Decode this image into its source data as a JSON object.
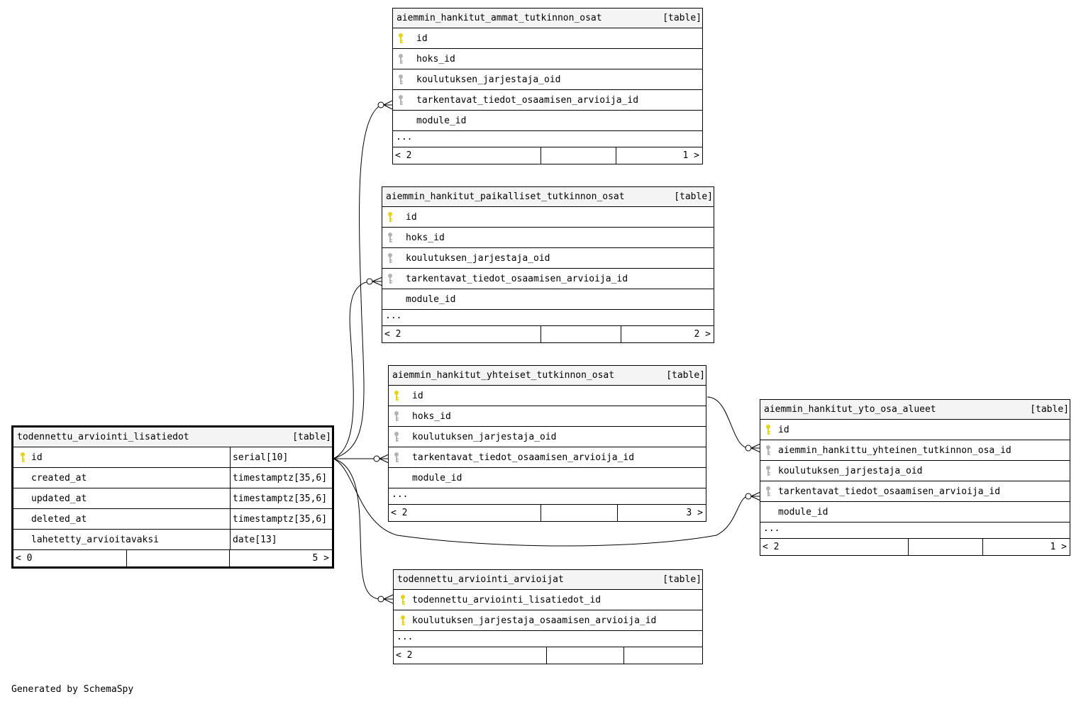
{
  "tables": [
    {
      "name": "aiemmin_hankitut_ammat_tutkinnon_osat",
      "tag": "[table]",
      "columns": [
        {
          "name": "id",
          "key": "pk"
        },
        {
          "name": "hoks_id",
          "key": "fk"
        },
        {
          "name": "koulutuksen_jarjestaja_oid",
          "key": "fk"
        },
        {
          "name": "tarkentavat_tiedot_osaamisen_arvioija_id",
          "key": "fk"
        },
        {
          "name": "module_id",
          "key": ""
        }
      ],
      "ellipsis": "...",
      "footer": {
        "parents": "< 2",
        "rows": "",
        "children": "1 >"
      }
    },
    {
      "name": "aiemmin_hankitut_paikalliset_tutkinnon_osat",
      "tag": "[table]",
      "columns": [
        {
          "name": "id",
          "key": "pk"
        },
        {
          "name": "hoks_id",
          "key": "fk"
        },
        {
          "name": "koulutuksen_jarjestaja_oid",
          "key": "fk"
        },
        {
          "name": "tarkentavat_tiedot_osaamisen_arvioija_id",
          "key": "fk"
        },
        {
          "name": "module_id",
          "key": ""
        }
      ],
      "ellipsis": "...",
      "footer": {
        "parents": "< 2",
        "rows": "",
        "children": "2 >"
      }
    },
    {
      "name": "aiemmin_hankitut_yhteiset_tutkinnon_osat",
      "tag": "[table]",
      "columns": [
        {
          "name": "id",
          "key": "pk"
        },
        {
          "name": "hoks_id",
          "key": "fk"
        },
        {
          "name": "koulutuksen_jarjestaja_oid",
          "key": "fk"
        },
        {
          "name": "tarkentavat_tiedot_osaamisen_arvioija_id",
          "key": "fk"
        },
        {
          "name": "module_id",
          "key": ""
        }
      ],
      "ellipsis": "...",
      "footer": {
        "parents": "< 2",
        "rows": "",
        "children": "3 >"
      }
    },
    {
      "name": "aiemmin_hankitut_yto_osa_alueet",
      "tag": "[table]",
      "columns": [
        {
          "name": "id",
          "key": "pk"
        },
        {
          "name": "aiemmin_hankittu_yhteinen_tutkinnon_osa_id",
          "key": "fk"
        },
        {
          "name": "koulutuksen_jarjestaja_oid",
          "key": "fk"
        },
        {
          "name": "tarkentavat_tiedot_osaamisen_arvioija_id",
          "key": "fk"
        },
        {
          "name": "module_id",
          "key": ""
        }
      ],
      "ellipsis": "...",
      "footer": {
        "parents": "< 2",
        "rows": "",
        "children": "1 >"
      }
    },
    {
      "name": "todennettu_arviointi_lisatiedot",
      "tag": "[table]",
      "columns": [
        {
          "name": "id",
          "key": "pk",
          "type": "serial[10]"
        },
        {
          "name": "created_at",
          "key": "",
          "type": "timestamptz[35,6]"
        },
        {
          "name": "updated_at",
          "key": "",
          "type": "timestamptz[35,6]"
        },
        {
          "name": "deleted_at",
          "key": "",
          "type": "timestamptz[35,6]"
        },
        {
          "name": "lahetetty_arvioitavaksi",
          "key": "",
          "type": "date[13]"
        }
      ],
      "footer": {
        "parents": "< 0",
        "rows": "",
        "children": "5 >"
      }
    },
    {
      "name": "todennettu_arviointi_arvioijat",
      "tag": "[table]",
      "columns": [
        {
          "name": "todennettu_arviointi_lisatiedot_id",
          "key": "pk"
        },
        {
          "name": "koulutuksen_jarjestaja_osaamisen_arvioija_id",
          "key": "pk"
        }
      ],
      "ellipsis": "...",
      "footer": {
        "parents": "< 2",
        "rows": "",
        "children": ""
      }
    }
  ],
  "generated_by": "Generated by SchemaSpy",
  "colors": {
    "primary_key": "#e3d31c",
    "foreign_key": "#b3b3b3",
    "header_bg": "#f4f4f4"
  }
}
